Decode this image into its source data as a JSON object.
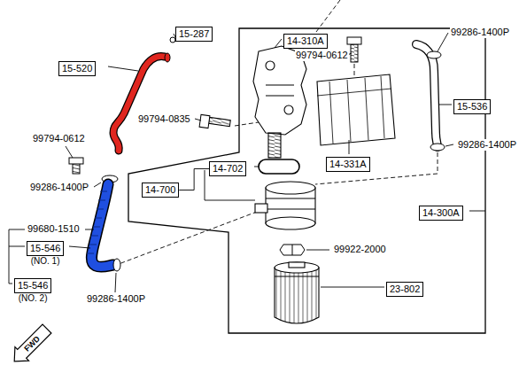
{
  "diagram": {
    "nodes": [
      {
        "text": [
          "15-287"
        ]
      },
      {
        "text": [
          "15-520"
        ]
      },
      {
        "text": [
          "14-310A"
        ]
      },
      {
        "text": [
          "14-331A"
        ]
      },
      {
        "text": [
          "15-536"
        ]
      },
      {
        "text": [
          "14-702"
        ]
      },
      {
        "text": [
          "14-700"
        ]
      },
      {
        "text": [
          "14-300A"
        ]
      },
      {
        "text": [
          "15-546",
          "(NO. 1)"
        ]
      },
      {
        "text": [
          "15-546",
          "(NO. 2)"
        ]
      },
      {
        "text": [
          "23-802"
        ]
      }
    ],
    "edges": [
      {
        "from": 6,
        "to": 5,
        "arrow": "none"
      }
    ],
    "labels": [
      "99286-1400P",
      "99794-0612",
      "99794-0835",
      "99286-1400P",
      "99794-0612",
      "99286-1400P",
      "99680-1510",
      "99922-2000",
      "99286-1400P",
      "FWD"
    ]
  }
}
